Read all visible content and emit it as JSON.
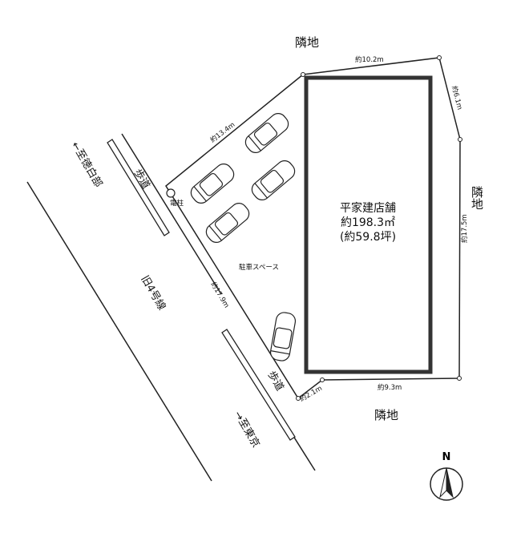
{
  "neighbors": {
    "top": "隣地",
    "right": "隣地",
    "bottom": "隣地"
  },
  "dimensions": {
    "top": "約10.2m",
    "top_right": "約6.1m",
    "right": "約17.5m",
    "bottom": "約9.3m",
    "bottom_left": "約2.1m",
    "left_upper": "約13.4m",
    "left_lower": "約17.9m"
  },
  "building": {
    "name": "平家建店舗",
    "area_m2": "約198.3㎡",
    "area_tsubo": "(約59.8坪)"
  },
  "parking_label": "駐車スペース",
  "utility_pole_label": "電柱",
  "road": {
    "name": "旧4号線",
    "sidewalk_upper": "歩道",
    "sidewalk_lower": "歩道",
    "direction_north": "←至徳白部",
    "direction_south": "→至東京"
  },
  "compass": {
    "label": "N",
    "icon": "north-arrow-icon"
  },
  "colors": {
    "line": "#222222",
    "building_border": "#333333"
  }
}
